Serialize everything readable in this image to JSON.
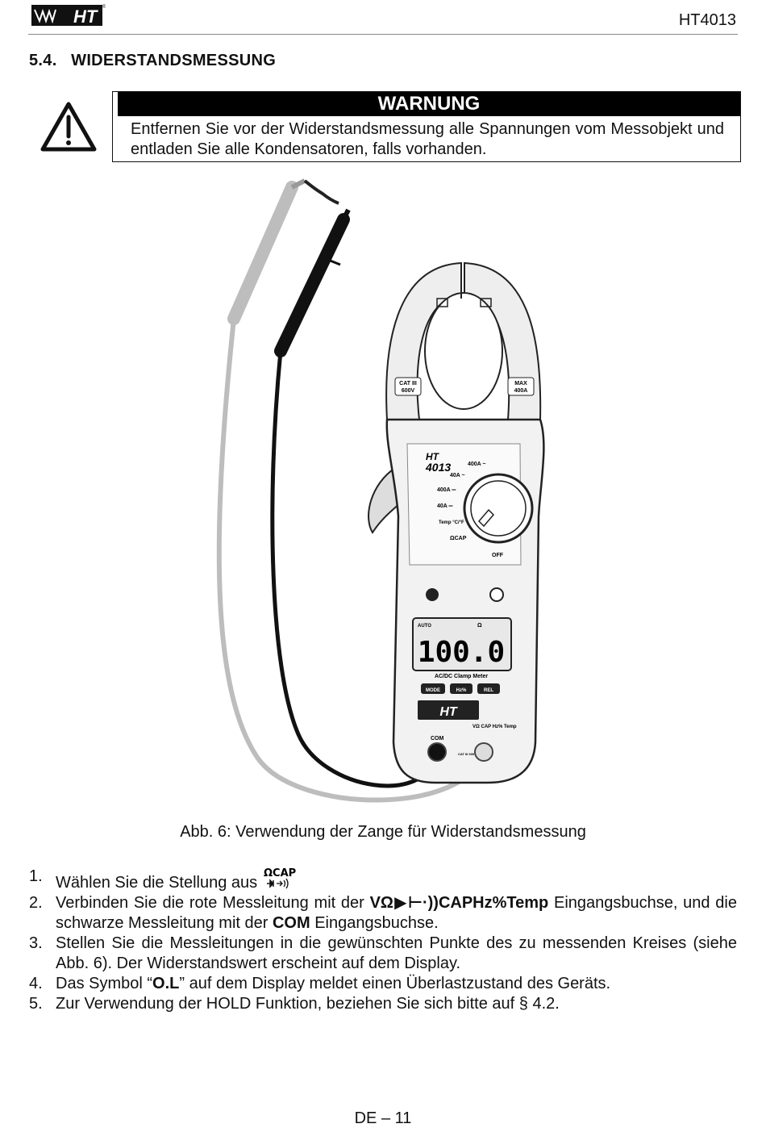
{
  "header": {
    "logo_text": "HT",
    "doc_code": "HT4013"
  },
  "section": {
    "number": "5.4.",
    "title": "WIDERSTANDSMESSUNG"
  },
  "warning": {
    "heading": "WARNUNG",
    "text": "Entfernen Sie vor der Widerstandsmessung alle Spannungen vom Messobjekt und entladen Sie alle Kondensatoren, falls vorhanden."
  },
  "figure": {
    "caption": "Abb. 6: Verwendung der Zange für Widerstandsmessung",
    "device": {
      "model_top": "HT",
      "model": "4013",
      "cat_label": "CAT III 600V",
      "max_label": "MAX 400A",
      "dial": [
        "400A ~",
        "40A ~",
        "400A ═",
        "40A ═",
        "Temp °C/°F",
        "ΩCAP",
        "OFF"
      ],
      "lcd_mode": "AUTO",
      "lcd_unit": "Ω",
      "lcd_value": "100.0",
      "device_label": "AC/DC Clamp Meter",
      "buttons": [
        "MODE",
        "Hz%",
        "REL"
      ],
      "jack_com": "COM",
      "jack_main": "VΩ CAP Hz% Temp",
      "cat_small": "CAT III 600V",
      "logo": "HT"
    }
  },
  "steps": [
    {
      "num": "1.",
      "text_before": "Wählen Sie die Stellung aus",
      "symbol": "ΩCAP"
    },
    {
      "num": "2.",
      "text_before": "Verbinden Sie die rote Messleitung mit der ",
      "bold": "VΩ▶⊢·))CAPHz%Temp",
      "text_after": " Eingangsbuchse, und die schwarze Messleitung mit der ",
      "bold2": "COM",
      "text_after2": " Eingangsbuchse."
    },
    {
      "num": "3.",
      "text": "Stellen Sie die Messleitungen in die gewünschten Punkte des zu messenden Kreises (siehe Abb. 6). Der Widerstandswert erscheint auf dem Display."
    },
    {
      "num": "4.",
      "text_before": "Das Symbol “",
      "bold": "O.L",
      "text_after": "” auf dem Display meldet einen Überlastzustand des Geräts."
    },
    {
      "num": "5.",
      "text": "Zur Verwendung der HOLD Funktion, beziehen Sie sich bitte auf § 4.2."
    }
  ],
  "footer": {
    "page": "DE – 11"
  }
}
